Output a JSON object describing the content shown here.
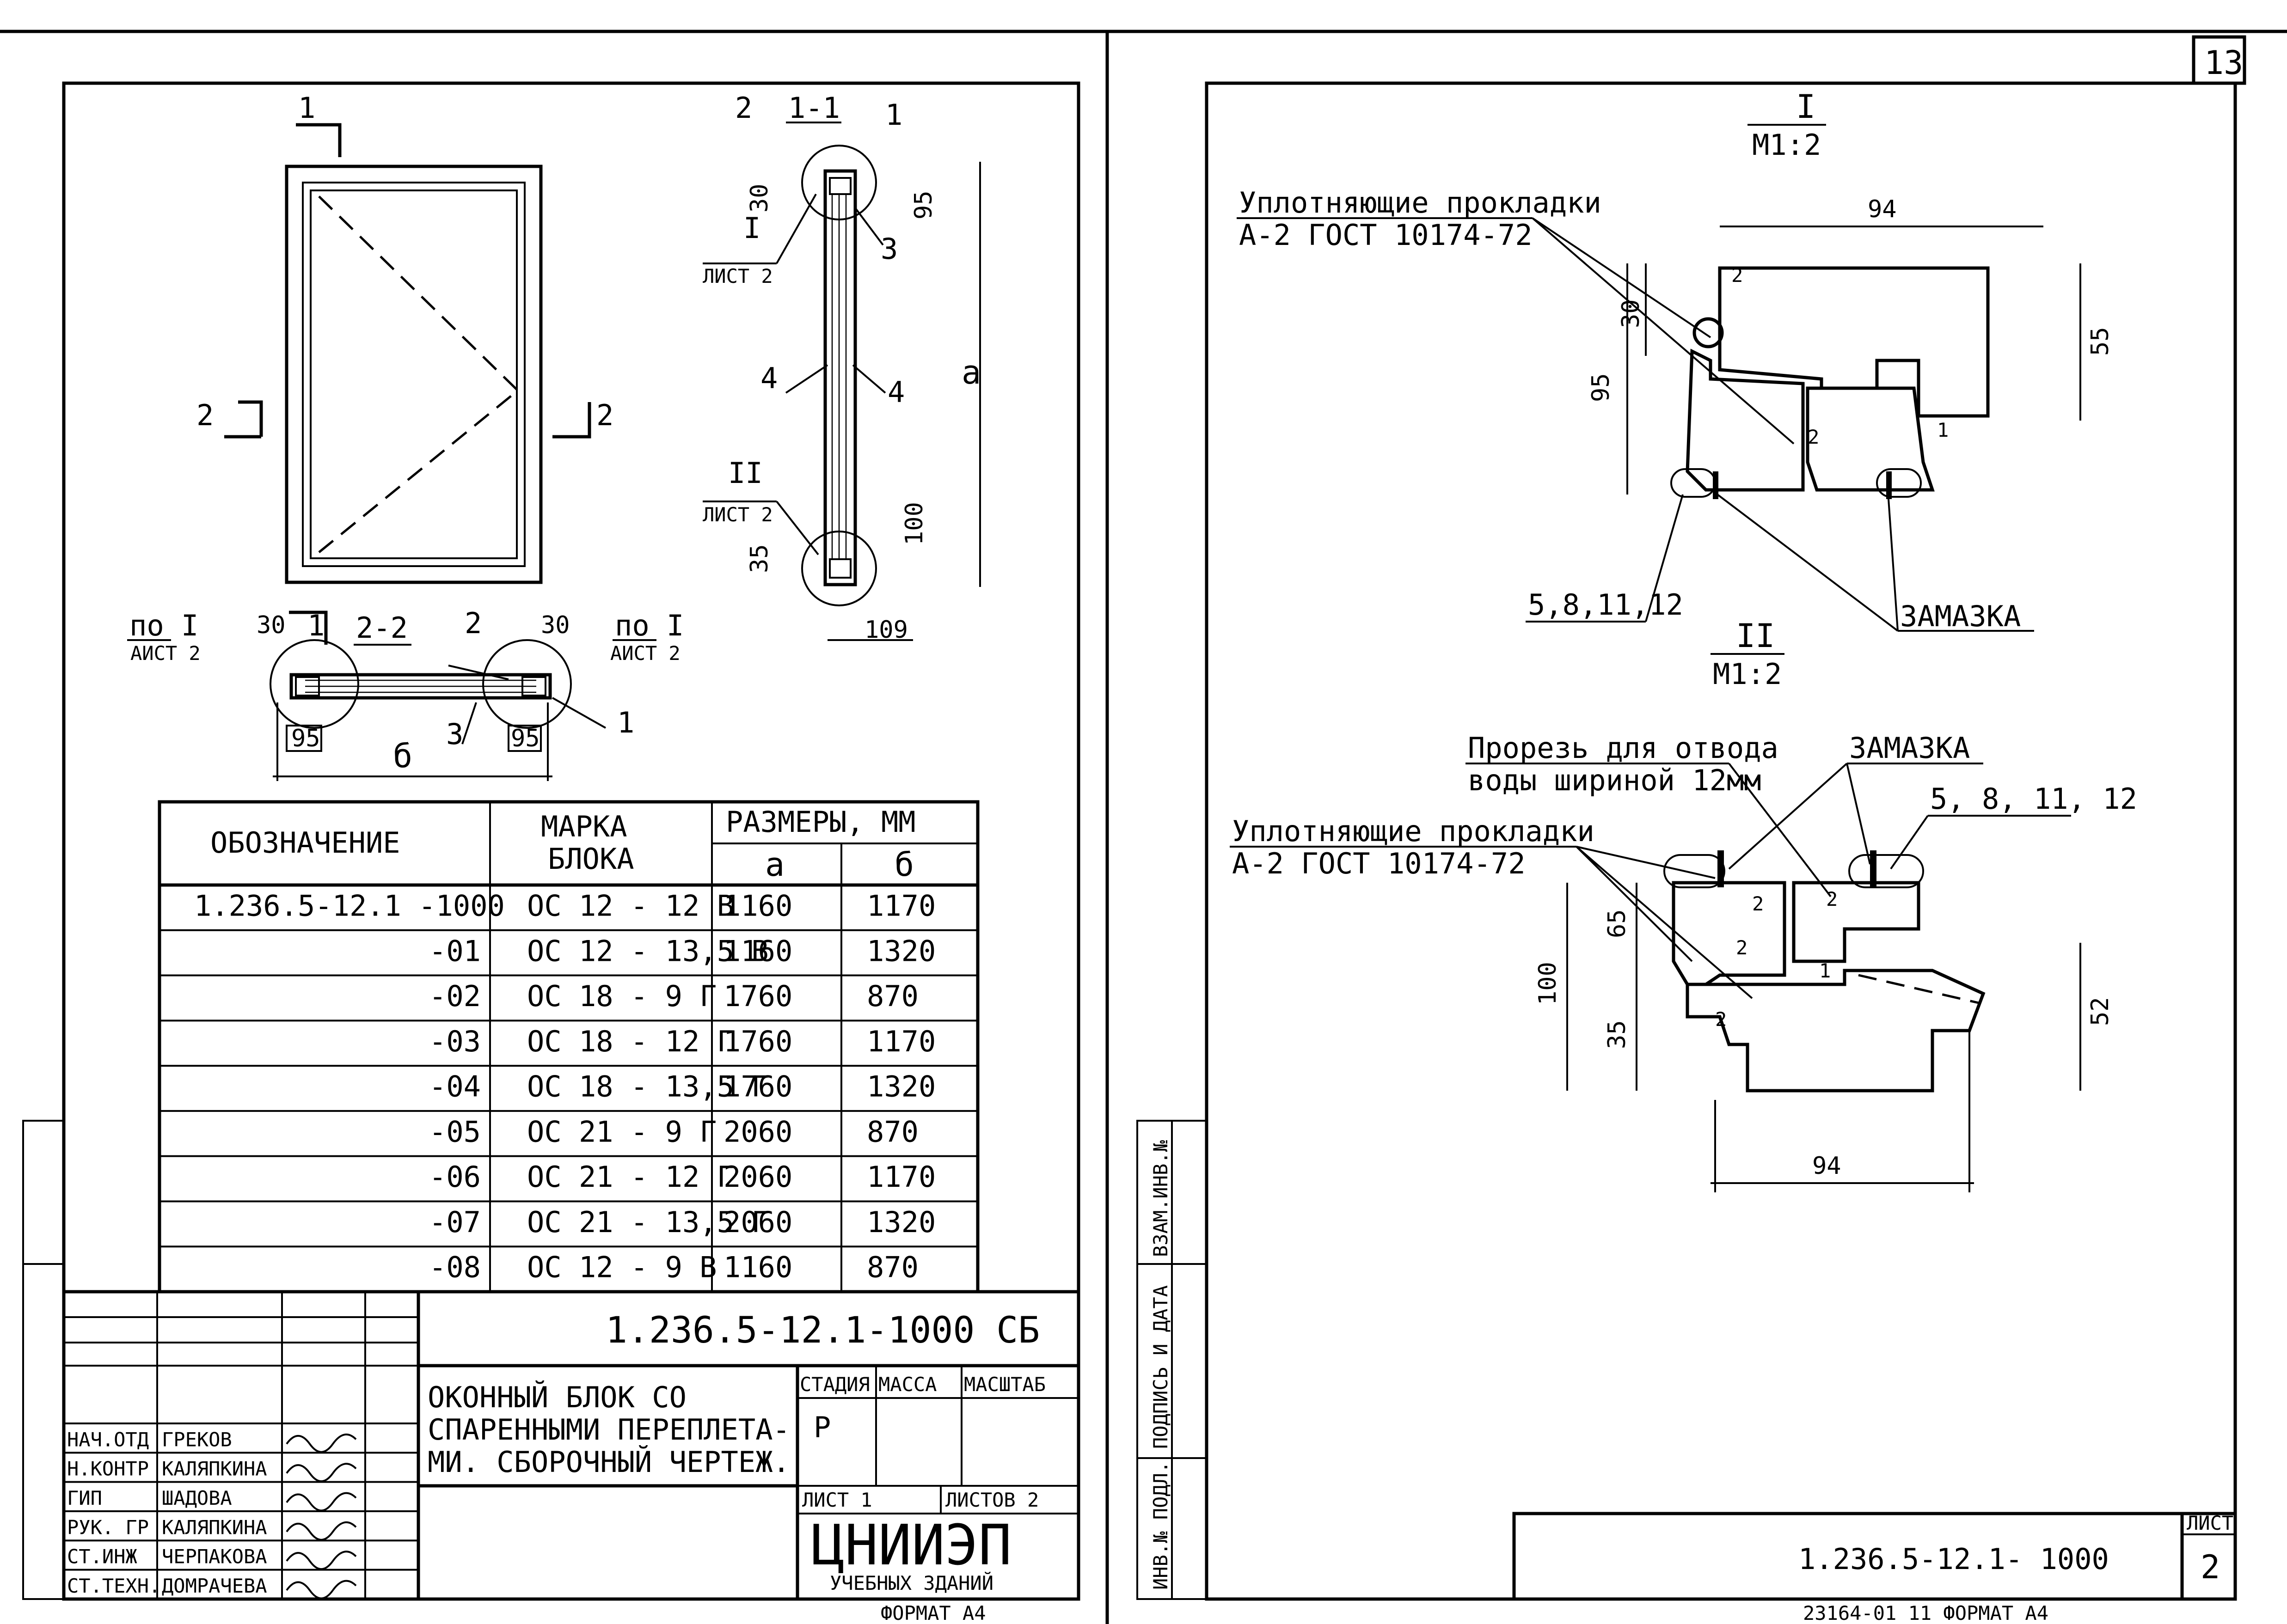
{
  "left_sheet": {
    "view_labels": {
      "cut_1": "1",
      "cut_2": "2",
      "section_1_1": "1-1",
      "section_2_2": "2-2"
    },
    "callouts": [
      "1",
      "2",
      "3",
      "4"
    ],
    "refs": {
      "ref_I": "I",
      "ref_II": "II",
      "ref_sheet": "ЛИСТ 2",
      "ref_sheet_alt": "АИСТ 2",
      "po_I": "по I"
    },
    "dims": {
      "d30": "30",
      "d95": "95",
      "d35": "35",
      "d100": "100",
      "d109": "109",
      "a": "a",
      "b": "б"
    },
    "table": {
      "headers": {
        "designation": "ОБОЗНАЧЕНИЕ",
        "mark": "МАРКА БЛОКА",
        "sizes": "РАЗМЕРЫ, ММ",
        "a": "a",
        "b": "б"
      },
      "rows": [
        {
          "designation": "1.236.5-12.1 -1000",
          "mark": "ОС 12 - 12 В",
          "a": "1160",
          "b": "1170"
        },
        {
          "designation": "-01",
          "mark": "ОС 12 - 13,5 В",
          "a": "1160",
          "b": "1320"
        },
        {
          "designation": "-02",
          "mark": "ОС 18 - 9 Г",
          "a": "1760",
          "b": "870"
        },
        {
          "designation": "-03",
          "mark": "ОС 18 - 12 Г",
          "a": "1760",
          "b": "1170"
        },
        {
          "designation": "-04",
          "mark": "ОС 18 - 13,5 Г",
          "a": "1760",
          "b": "1320"
        },
        {
          "designation": "-05",
          "mark": "ОС 21 - 9 Г",
          "a": "2060",
          "b": "870"
        },
        {
          "designation": "-06",
          "mark": "ОС 21 - 12 Г",
          "a": "2060",
          "b": "1170"
        },
        {
          "designation": "-07",
          "mark": "ОС 21 - 13,5 Г",
          "a": "2060",
          "b": "1320"
        },
        {
          "designation": "-08",
          "mark": "ОС 12 - 9 В",
          "a": "1160",
          "b": "870"
        }
      ]
    },
    "title_block": {
      "doc_code": "1.236.5-12.1-1000 СБ",
      "title_line1": "ОКОННЫЙ БЛОК  СО",
      "title_line2": "СПАРЕННЫМИ ПЕРЕПЛЕТА-",
      "title_line3": "МИ. СБОРОЧНЫЙ ЧЕРТЕЖ.",
      "stage_label": "СТАДИЯ",
      "mass_label": "МАССА",
      "scale_label": "МАСШТАБ",
      "stage_value": "Р",
      "sheet_label": "ЛИСТ 1",
      "sheets_label": "ЛИСТОВ 2",
      "org_name": "ЦНИИЭП",
      "org_sub": "УЧЕБНЫХ ЗДАНИЙ",
      "format": "ФОРМАТ А4",
      "signers": [
        {
          "role": "НАЧ.ОТД",
          "name": "ГРЕКОВ"
        },
        {
          "role": "Н.КОНТР",
          "name": "КАЛЯПКИНА"
        },
        {
          "role": "ГИП",
          "name": "ШАДОВА"
        },
        {
          "role": "РУК. ГР",
          "name": "КАЛЯПКИНА"
        },
        {
          "role": "СТ.ИНЖ",
          "name": "ЧЕРПАКОВА"
        },
        {
          "role": "СТ.ТЕХН.",
          "name": "ДОМРАЧЕВА"
        }
      ]
    }
  },
  "right_sheet": {
    "page_number": "13",
    "detail_I": {
      "mark": "I",
      "scale": "М1:2"
    },
    "detail_II": {
      "mark": "II",
      "scale": "М1:2"
    },
    "labels": {
      "gaskets_1": "Уплотняющие прокладки",
      "gaskets_2": "А-2 ГОСТ 10174-72",
      "putty": "ЗАМАЗКА",
      "items_a": "5,8,11,12",
      "items_b": "5, 8, 11, 12",
      "slot_1": "Прорезь для отвода",
      "slot_2": "воды шириной 12мм"
    },
    "dims": {
      "d94": "94",
      "d55": "55",
      "d30": "30",
      "d95": "95",
      "d65": "65",
      "d100": "100",
      "d35": "35",
      "d52": "52",
      "n1": "1",
      "n2": "2"
    },
    "side_stamp": [
      "ИНВ.№ ПОДЛ.",
      "ПОДПИСЬ И ДАТА",
      "ВЗАМ.ИНВ.№"
    ],
    "doc_code": "1.236.5-12.1- 1000",
    "sheet_label": "ЛИСТ",
    "sheet_number": "2",
    "footer": "23164-01   11   ФОРМАТ А4"
  }
}
